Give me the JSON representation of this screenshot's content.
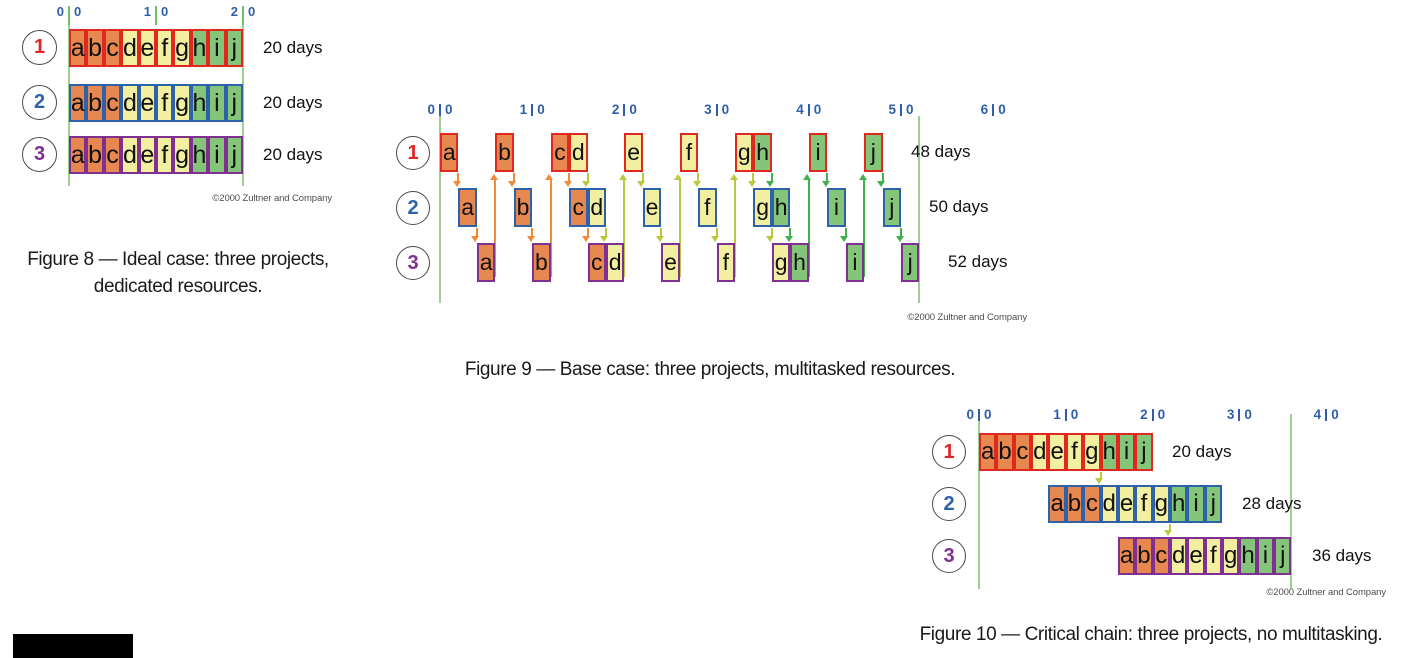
{
  "page": {
    "background": "#FFFFFF"
  },
  "palette": {
    "task_fills": {
      "orange": "#E78850",
      "yellow": "#F2EFA0",
      "green": "#85C579"
    },
    "row_borders": {
      "1": "#E0281F",
      "2": "#2E62A8",
      "3": "#7F3090"
    },
    "row_numbers": {
      "1": "#E02528",
      "2": "#2E62A8",
      "3": "#7F3090"
    },
    "arrow_colors": {
      "orange": "#EF8B3B",
      "olive": "#BCC93E",
      "green": "#44AF4F"
    },
    "axis_text": "#2F5DA8",
    "tick_green": "#6FBF62",
    "guide_line": "#9CCF90",
    "letter_text": "#111111",
    "caption_text": "#1A1A1A",
    "copyright_text": "#4D4D4D",
    "circle_border": "#4A4A4A",
    "footer_bar": "#000000"
  },
  "task_fill_by_letter": {
    "a": "orange",
    "b": "orange",
    "c": "orange",
    "d": "yellow",
    "e": "yellow",
    "f": "yellow",
    "g": "yellow",
    "h": "green",
    "i": "green",
    "j": "green"
  },
  "chart_data": [
    {
      "id": "figure-8",
      "type": "gantt",
      "unit": "days",
      "task_duration_days": 2,
      "axis_ticks": [
        {
          "day": 0,
          "label": "0|0"
        },
        {
          "day": 10,
          "label": "1|0"
        },
        {
          "day": 20,
          "label": "2|0"
        }
      ],
      "guide_line_days": [
        0,
        20
      ],
      "rows": [
        {
          "project": "1",
          "duration_days": 20,
          "duration_label": "20 days",
          "tasks": [
            {
              "id": "a",
              "start": 0
            },
            {
              "id": "b",
              "start": 2
            },
            {
              "id": "c",
              "start": 4
            },
            {
              "id": "d",
              "start": 6
            },
            {
              "id": "e",
              "start": 8
            },
            {
              "id": "f",
              "start": 10
            },
            {
              "id": "g",
              "start": 12
            },
            {
              "id": "h",
              "start": 14
            },
            {
              "id": "i",
              "start": 16
            },
            {
              "id": "j",
              "start": 18
            }
          ]
        },
        {
          "project": "2",
          "duration_days": 20,
          "duration_label": "20 days",
          "tasks": [
            {
              "id": "a",
              "start": 0
            },
            {
              "id": "b",
              "start": 2
            },
            {
              "id": "c",
              "start": 4
            },
            {
              "id": "d",
              "start": 6
            },
            {
              "id": "e",
              "start": 8
            },
            {
              "id": "f",
              "start": 10
            },
            {
              "id": "g",
              "start": 12
            },
            {
              "id": "h",
              "start": 14
            },
            {
              "id": "i",
              "start": 16
            },
            {
              "id": "j",
              "start": 18
            }
          ]
        },
        {
          "project": "3",
          "duration_days": 20,
          "duration_label": "20 days",
          "tasks": [
            {
              "id": "a",
              "start": 0
            },
            {
              "id": "b",
              "start": 2
            },
            {
              "id": "c",
              "start": 4
            },
            {
              "id": "d",
              "start": 6
            },
            {
              "id": "e",
              "start": 8
            },
            {
              "id": "f",
              "start": 10
            },
            {
              "id": "g",
              "start": 12
            },
            {
              "id": "h",
              "start": 14
            },
            {
              "id": "i",
              "start": 16
            },
            {
              "id": "j",
              "start": 18
            }
          ]
        }
      ],
      "arrows": [],
      "copyright": "©2000 Zultner and Company",
      "caption_lines": [
        "Figure 8 — Ideal case: three projects,",
        "dedicated resources."
      ]
    },
    {
      "id": "figure-9",
      "type": "gantt",
      "unit": "days",
      "task_duration_days": 2,
      "axis_ticks": [
        {
          "day": 0,
          "label": "0|0"
        },
        {
          "day": 10,
          "label": "1|0"
        },
        {
          "day": 20,
          "label": "2|0"
        },
        {
          "day": 30,
          "label": "3|0"
        },
        {
          "day": 40,
          "label": "4|0"
        },
        {
          "day": 50,
          "label": "5|0"
        },
        {
          "day": 60,
          "label": "6|0"
        }
      ],
      "guide_line_days": [
        0,
        52
      ],
      "rows": [
        {
          "project": "1",
          "duration_days": 48,
          "duration_label": "48 days",
          "tasks": [
            {
              "id": "a",
              "start": 0
            },
            {
              "id": "b",
              "start": 6
            },
            {
              "id": "c",
              "start": 12
            },
            {
              "id": "d",
              "start": 14
            },
            {
              "id": "e",
              "start": 20
            },
            {
              "id": "f",
              "start": 26
            },
            {
              "id": "g",
              "start": 32
            },
            {
              "id": "h",
              "start": 34
            },
            {
              "id": "i",
              "start": 40
            },
            {
              "id": "j",
              "start": 46
            }
          ]
        },
        {
          "project": "2",
          "duration_days": 50,
          "duration_label": "50 days",
          "tasks": [
            {
              "id": "a",
              "start": 2
            },
            {
              "id": "b",
              "start": 8
            },
            {
              "id": "c",
              "start": 14
            },
            {
              "id": "d",
              "start": 16
            },
            {
              "id": "e",
              "start": 22
            },
            {
              "id": "f",
              "start": 28
            },
            {
              "id": "g",
              "start": 34
            },
            {
              "id": "h",
              "start": 36
            },
            {
              "id": "i",
              "start": 42
            },
            {
              "id": "j",
              "start": 48
            }
          ]
        },
        {
          "project": "3",
          "duration_days": 52,
          "duration_label": "52 days",
          "tasks": [
            {
              "id": "a",
              "start": 4
            },
            {
              "id": "b",
              "start": 10
            },
            {
              "id": "c",
              "start": 16
            },
            {
              "id": "d",
              "start": 18
            },
            {
              "id": "e",
              "start": 24
            },
            {
              "id": "f",
              "start": 30
            },
            {
              "id": "g",
              "start": 36
            },
            {
              "id": "h",
              "start": 38
            },
            {
              "id": "i",
              "start": 44
            },
            {
              "id": "j",
              "start": 50
            }
          ]
        }
      ],
      "arrows": [
        {
          "task": "a",
          "day": 2,
          "from_row": 1,
          "to_row": 2,
          "color": "orange"
        },
        {
          "task": "b",
          "day": 8,
          "from_row": 1,
          "to_row": 2,
          "color": "orange"
        },
        {
          "task": "c",
          "day": 14,
          "from_row": 1,
          "to_row": 2,
          "color": "orange"
        },
        {
          "task": "d",
          "day": 16,
          "from_row": 1,
          "to_row": 2,
          "color": "olive"
        },
        {
          "task": "e",
          "day": 22,
          "from_row": 1,
          "to_row": 2,
          "color": "olive"
        },
        {
          "task": "f",
          "day": 28,
          "from_row": 1,
          "to_row": 2,
          "color": "olive"
        },
        {
          "task": "g",
          "day": 34,
          "from_row": 1,
          "to_row": 2,
          "color": "olive"
        },
        {
          "task": "h",
          "day": 36,
          "from_row": 1,
          "to_row": 2,
          "color": "green"
        },
        {
          "task": "i",
          "day": 42,
          "from_row": 1,
          "to_row": 2,
          "color": "green"
        },
        {
          "task": "j",
          "day": 48,
          "from_row": 1,
          "to_row": 2,
          "color": "green"
        },
        {
          "task": "a",
          "day": 4,
          "from_row": 2,
          "to_row": 3,
          "color": "orange"
        },
        {
          "task": "b",
          "day": 10,
          "from_row": 2,
          "to_row": 3,
          "color": "orange"
        },
        {
          "task": "c",
          "day": 16,
          "from_row": 2,
          "to_row": 3,
          "color": "orange"
        },
        {
          "task": "d",
          "day": 18,
          "from_row": 2,
          "to_row": 3,
          "color": "olive"
        },
        {
          "task": "e",
          "day": 24,
          "from_row": 2,
          "to_row": 3,
          "color": "olive"
        },
        {
          "task": "f",
          "day": 30,
          "from_row": 2,
          "to_row": 3,
          "color": "olive"
        },
        {
          "task": "g",
          "day": 36,
          "from_row": 2,
          "to_row": 3,
          "color": "olive"
        },
        {
          "task": "h",
          "day": 38,
          "from_row": 2,
          "to_row": 3,
          "color": "green"
        },
        {
          "task": "i",
          "day": 44,
          "from_row": 2,
          "to_row": 3,
          "color": "green"
        },
        {
          "task": "j",
          "day": 50,
          "from_row": 2,
          "to_row": 3,
          "color": "green"
        },
        {
          "task": "a",
          "day": 6,
          "from_row": 3,
          "to_row": 1,
          "color": "orange"
        },
        {
          "task": "b",
          "day": 12,
          "from_row": 3,
          "to_row": 1,
          "color": "orange"
        },
        {
          "task": "d",
          "day": 20,
          "from_row": 3,
          "to_row": 1,
          "color": "olive"
        },
        {
          "task": "e",
          "day": 26,
          "from_row": 3,
          "to_row": 1,
          "color": "olive"
        },
        {
          "task": "f",
          "day": 32,
          "from_row": 3,
          "to_row": 1,
          "color": "olive"
        },
        {
          "task": "h",
          "day": 40,
          "from_row": 3,
          "to_row": 1,
          "color": "green"
        },
        {
          "task": "i",
          "day": 46,
          "from_row": 3,
          "to_row": 1,
          "color": "green"
        }
      ],
      "copyright": "©2000 Zultner and Company",
      "caption_lines": [
        "Figure 9 — Base case: three projects, multitasked resources."
      ]
    },
    {
      "id": "figure-10",
      "type": "gantt",
      "unit": "days",
      "task_duration_days": 2,
      "axis_ticks": [
        {
          "day": 0,
          "label": "0|0"
        },
        {
          "day": 10,
          "label": "1|0"
        },
        {
          "day": 20,
          "label": "2|0"
        },
        {
          "day": 30,
          "label": "3|0"
        },
        {
          "day": 40,
          "label": "4|0"
        }
      ],
      "guide_line_days": [
        0,
        36
      ],
      "rows": [
        {
          "project": "1",
          "duration_days": 20,
          "duration_label": "20 days",
          "tasks": [
            {
              "id": "a",
              "start": 0
            },
            {
              "id": "b",
              "start": 2
            },
            {
              "id": "c",
              "start": 4
            },
            {
              "id": "d",
              "start": 6
            },
            {
              "id": "e",
              "start": 8
            },
            {
              "id": "f",
              "start": 10
            },
            {
              "id": "g",
              "start": 12
            },
            {
              "id": "h",
              "start": 14
            },
            {
              "id": "i",
              "start": 16
            },
            {
              "id": "j",
              "start": 18
            }
          ]
        },
        {
          "project": "2",
          "duration_days": 28,
          "duration_label": "28 days",
          "tasks": [
            {
              "id": "a",
              "start": 8
            },
            {
              "id": "b",
              "start": 10
            },
            {
              "id": "c",
              "start": 12
            },
            {
              "id": "d",
              "start": 14
            },
            {
              "id": "e",
              "start": 16
            },
            {
              "id": "f",
              "start": 18
            },
            {
              "id": "g",
              "start": 20
            },
            {
              "id": "h",
              "start": 22
            },
            {
              "id": "i",
              "start": 24
            },
            {
              "id": "j",
              "start": 26
            }
          ]
        },
        {
          "project": "3",
          "duration_days": 36,
          "duration_label": "36 days",
          "tasks": [
            {
              "id": "a",
              "start": 16
            },
            {
              "id": "b",
              "start": 18
            },
            {
              "id": "c",
              "start": 20
            },
            {
              "id": "d",
              "start": 22
            },
            {
              "id": "e",
              "start": 24
            },
            {
              "id": "f",
              "start": 26
            },
            {
              "id": "g",
              "start": 28
            },
            {
              "id": "h",
              "start": 30
            },
            {
              "id": "i",
              "start": 32
            },
            {
              "id": "j",
              "start": 34
            }
          ]
        }
      ],
      "arrows": [
        {
          "task": "g",
          "day": 14,
          "from_row": 1,
          "to_row": 2,
          "color": "olive"
        },
        {
          "task": "g",
          "day": 22,
          "from_row": 2,
          "to_row": 3,
          "color": "olive"
        }
      ],
      "copyright": "©2000 Zultner and Company",
      "caption_lines": [
        "Figure 10 — Critical chain: three projects, no multitasking."
      ]
    }
  ]
}
